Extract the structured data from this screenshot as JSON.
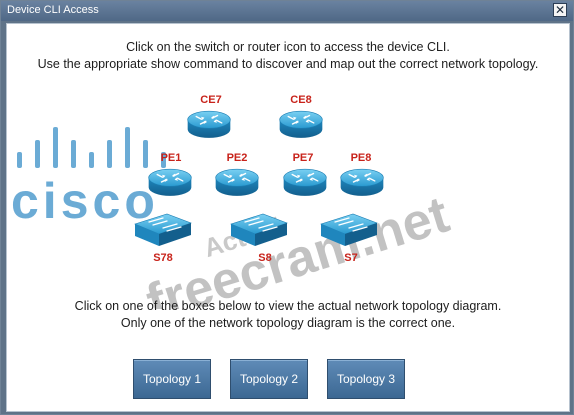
{
  "window": {
    "title": "Device CLI Access",
    "close_glyph": "✕"
  },
  "instructions": {
    "line1": "Click on the switch or router icon to access the device CLI.",
    "line2": "Use the appropriate show command to discover and map out the correct network topology."
  },
  "devices": {
    "ce7": "CE7",
    "ce8": "CE8",
    "pe1": "PE1",
    "pe2": "PE2",
    "pe7": "PE7",
    "pe8": "PE8",
    "s78": "S78",
    "s8": "S8",
    "s7": "S7"
  },
  "prompt": {
    "line1": "Click on one of the boxes below to view the actual network topology diagram.",
    "line2": "Only one of the network topology diagram is the correct one."
  },
  "buttons": {
    "topology1": "Topology 1",
    "topology2": "Topology 2",
    "topology3": "Topology 3"
  },
  "watermarks": {
    "logo": "cisco",
    "brand1": "Actual",
    "brand2": "freecram.net"
  },
  "colors": {
    "device_blue": "#2a9ad0",
    "label_red": "#c8231b",
    "button_blue": "#4a76a3"
  }
}
